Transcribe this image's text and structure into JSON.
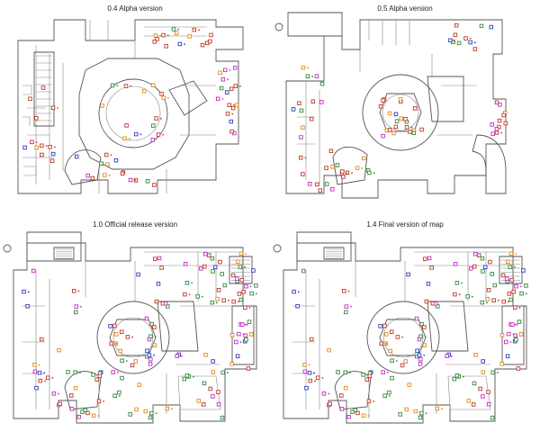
{
  "panels": [
    {
      "title": "0.4 Alpha version",
      "variant": "alpha04"
    },
    {
      "title": "0.5 Alpha version",
      "variant": "alpha05"
    },
    {
      "title": "1.0 Official release version",
      "variant": "release10"
    },
    {
      "title": "1.4 Final version of map",
      "variant": "final14"
    }
  ],
  "thing_colors": {
    "red": "#c0392b",
    "green": "#2e8b3a",
    "orange": "#e08a1e",
    "blue": "#2b3fc0",
    "magenta": "#c030c0",
    "gray": "#888888"
  }
}
